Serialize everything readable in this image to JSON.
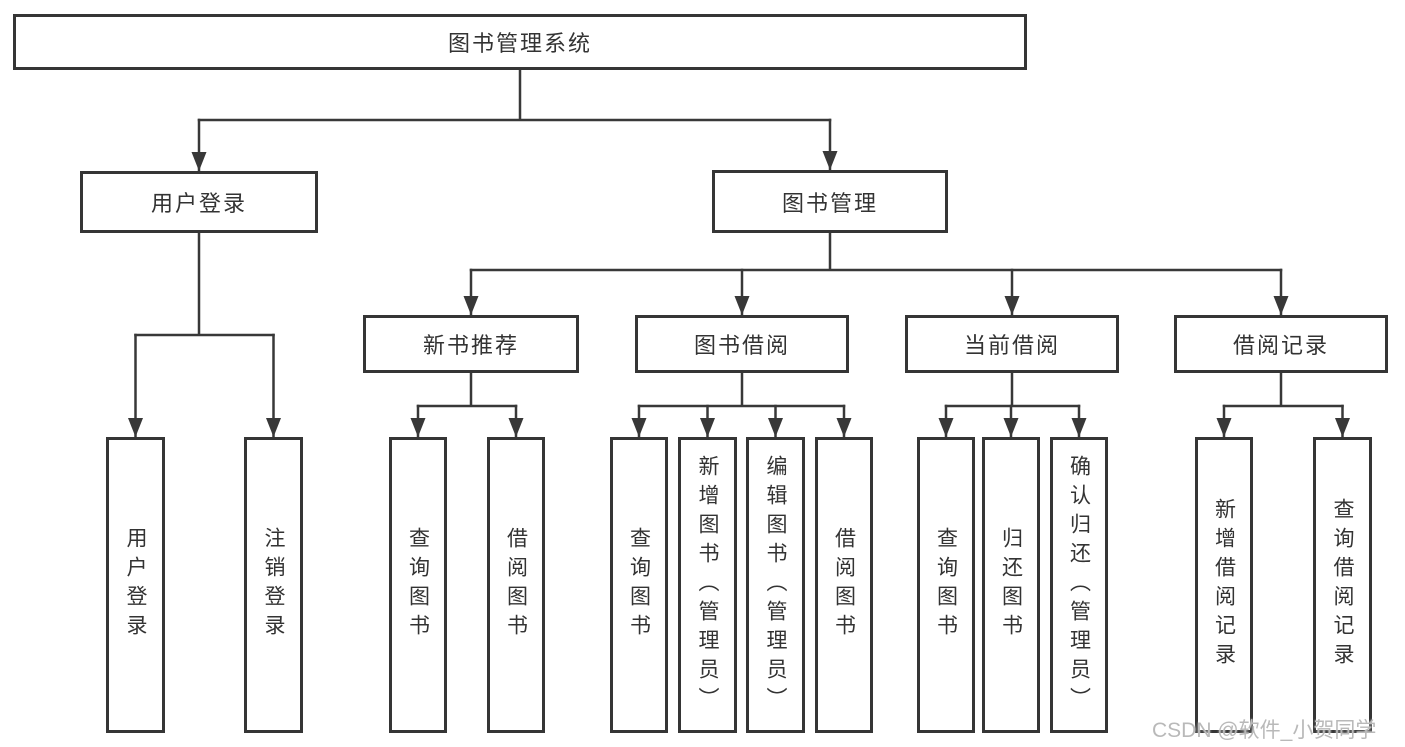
{
  "diagram": {
    "title": "图书管理系统",
    "tree": {
      "root": "图书管理系统",
      "branches": [
        {
          "label": "用户登录",
          "children": [
            "用户登录",
            "注销登录"
          ]
        },
        {
          "label": "图书管理",
          "children": [
            {
              "label": "新书推荐",
              "children": [
                "查询图书",
                "借阅图书"
              ]
            },
            {
              "label": "图书借阅",
              "children": [
                "查询图书",
                "新增图书（管理员）",
                "编辑图书（管理员）",
                "借阅图书"
              ]
            },
            {
              "label": "当前借阅",
              "children": [
                "查询图书",
                "归还图书",
                "确认归还（管理员）"
              ]
            },
            {
              "label": "借阅记录",
              "children": [
                "新增借阅记录",
                "查询借阅记录"
              ]
            }
          ]
        }
      ]
    },
    "colors": {
      "line": "#383838",
      "box_border": "#353535",
      "text": "#333333",
      "watermark": "#b9b9b9",
      "background": "#ffffff"
    }
  },
  "watermark": {
    "text": "CSDN @软件_小贺同学"
  }
}
